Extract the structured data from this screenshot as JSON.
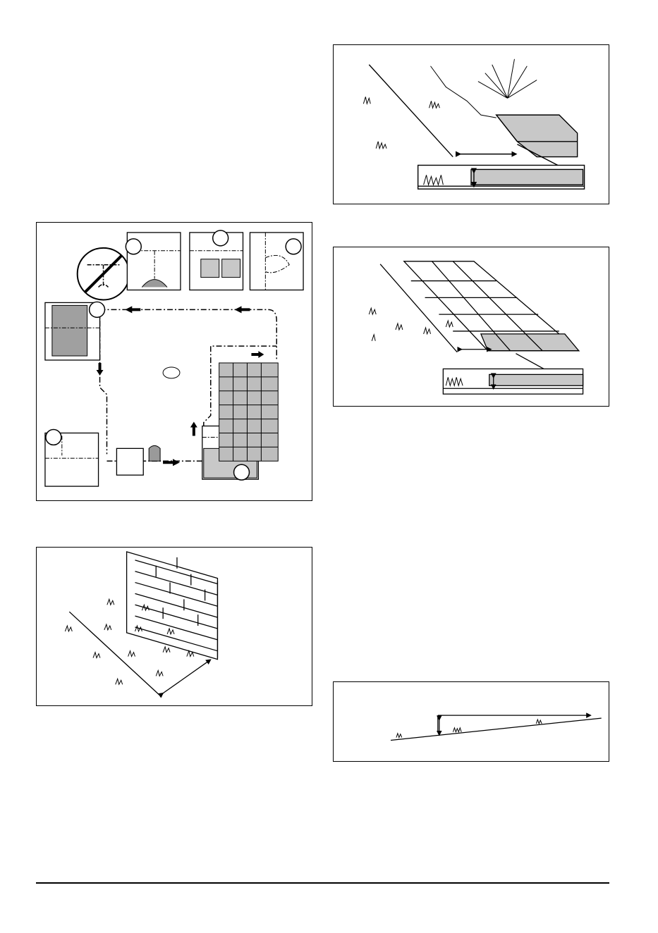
{
  "figures": {
    "layout": {
      "name": "boundary-wire-layout-figure"
    },
    "wall": {
      "name": "wall-boundary-figure"
    },
    "flower_bed": {
      "name": "flower-bed-boundary-figure"
    },
    "paving": {
      "name": "paved-path-boundary-figure"
    },
    "slope": {
      "name": "slope-boundary-figure"
    }
  },
  "colors": {
    "line": "#000000",
    "fill_grey": "#c8c8c8",
    "paper": "#ffffff"
  }
}
